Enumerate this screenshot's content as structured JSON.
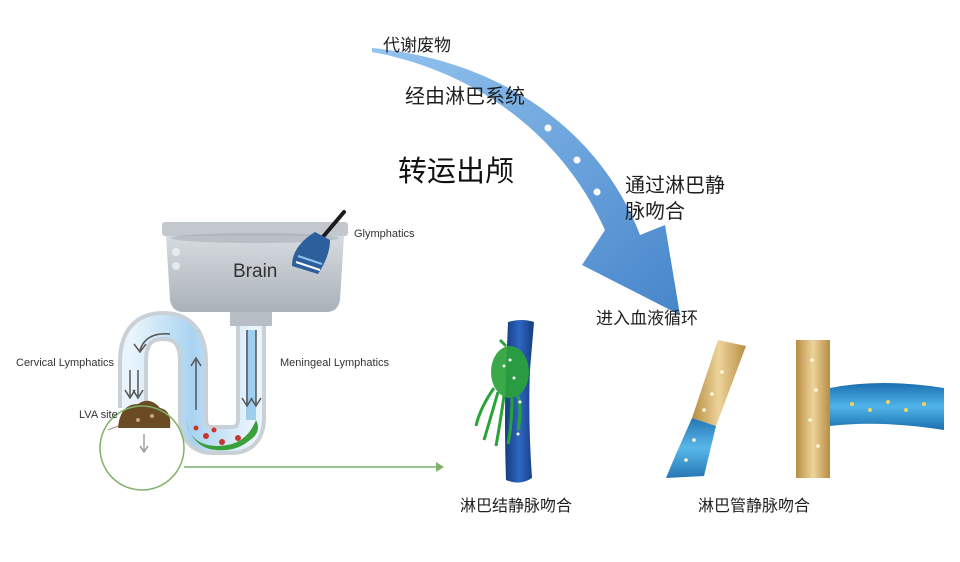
{
  "arrow_text": {
    "waste": "代谢废物",
    "via_lymph": "经由淋巴系统",
    "out_skull": "转运出颅",
    "via_anastomosis": "通过淋巴静\n脉吻合",
    "enter_blood": "进入血液循环"
  },
  "sink": {
    "brain": "Brain",
    "glymphatics": "Glymphatics",
    "cervical": "Cervical Lymphatics",
    "meningeal": "Meningeal Lymphatics",
    "lva_site": "LVA site"
  },
  "captions": {
    "node_venous": "淋巴结静脉吻合",
    "vessel_venous": "淋巴管静脉吻合"
  },
  "colors": {
    "arrow_blue": "#5b97d6",
    "vein_blue": "#1f4e9c",
    "node_green": "#2aa23a",
    "lymph_yellow": "#d9b668",
    "pipe_highlight": "#bfe0f6"
  }
}
